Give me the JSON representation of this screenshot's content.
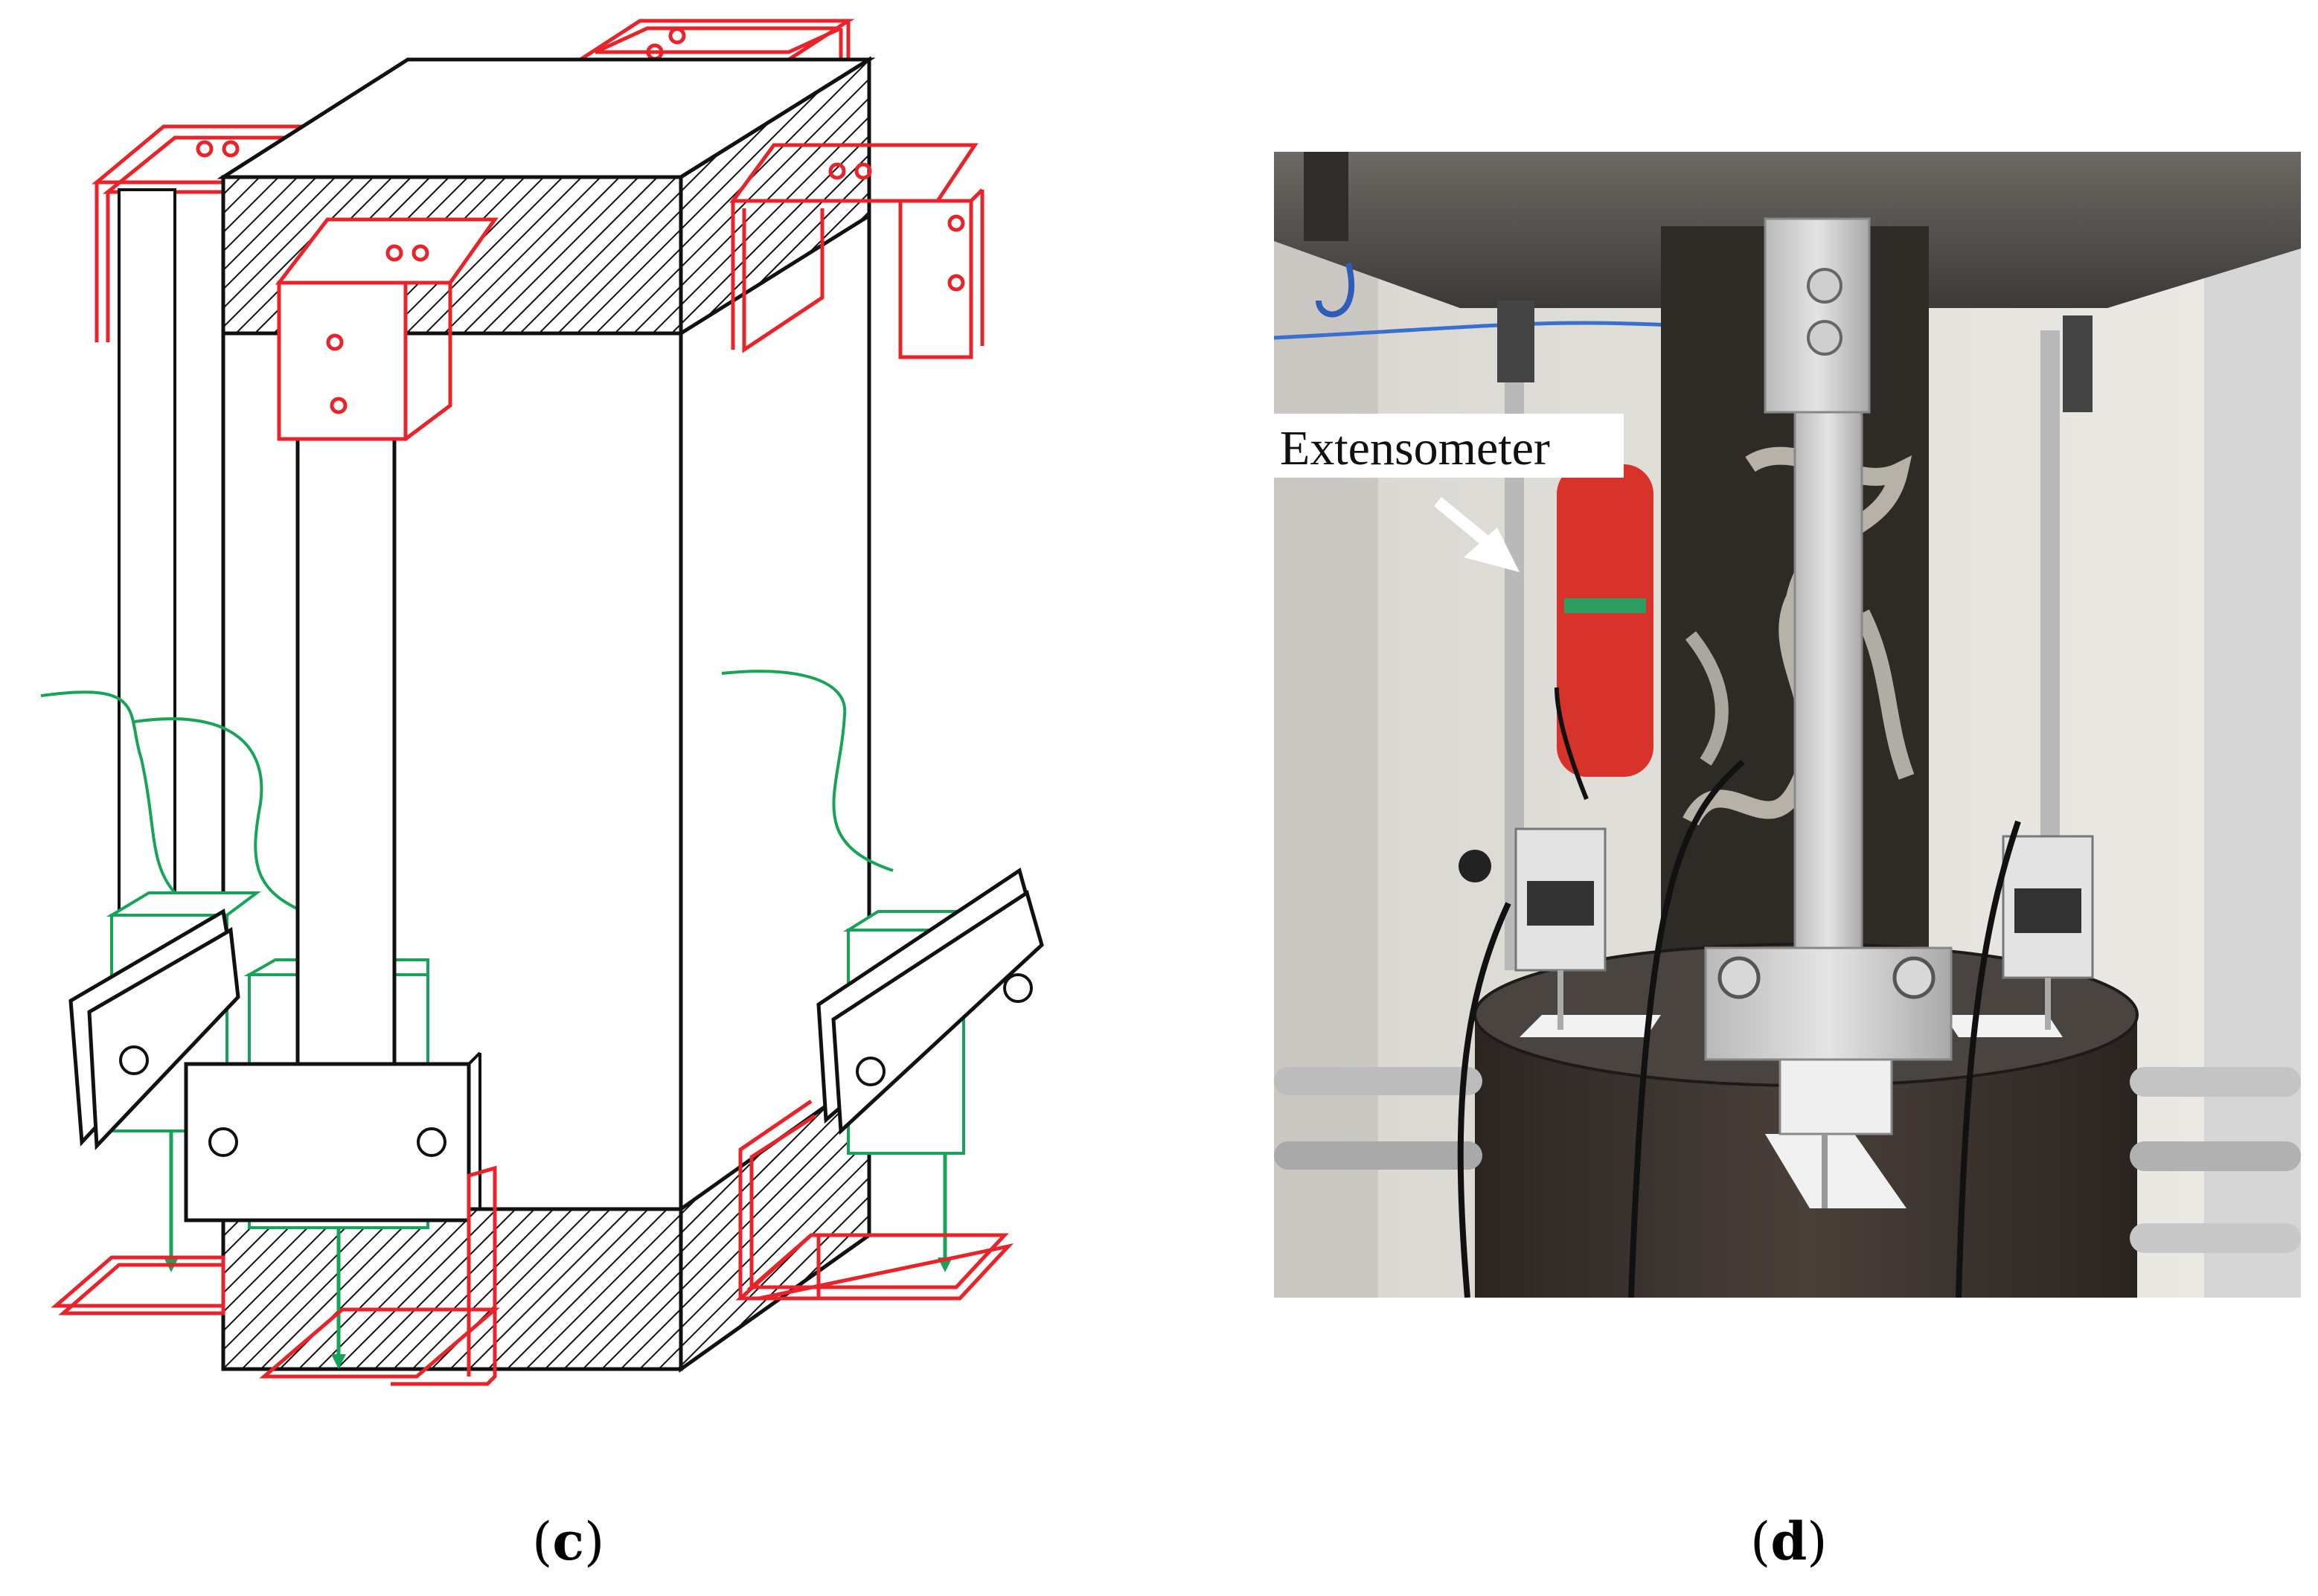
{
  "figure": {
    "caption_c_letter": "c",
    "caption_d_letter": "d",
    "annotation_extensometer": "Extensometer"
  },
  "colors": {
    "frame_red": "#e8232a",
    "gauge_green": "#18a458",
    "line_black": "#111111"
  },
  "icons": [
    "hatch-pattern",
    "screw-hole",
    "arrow"
  ]
}
